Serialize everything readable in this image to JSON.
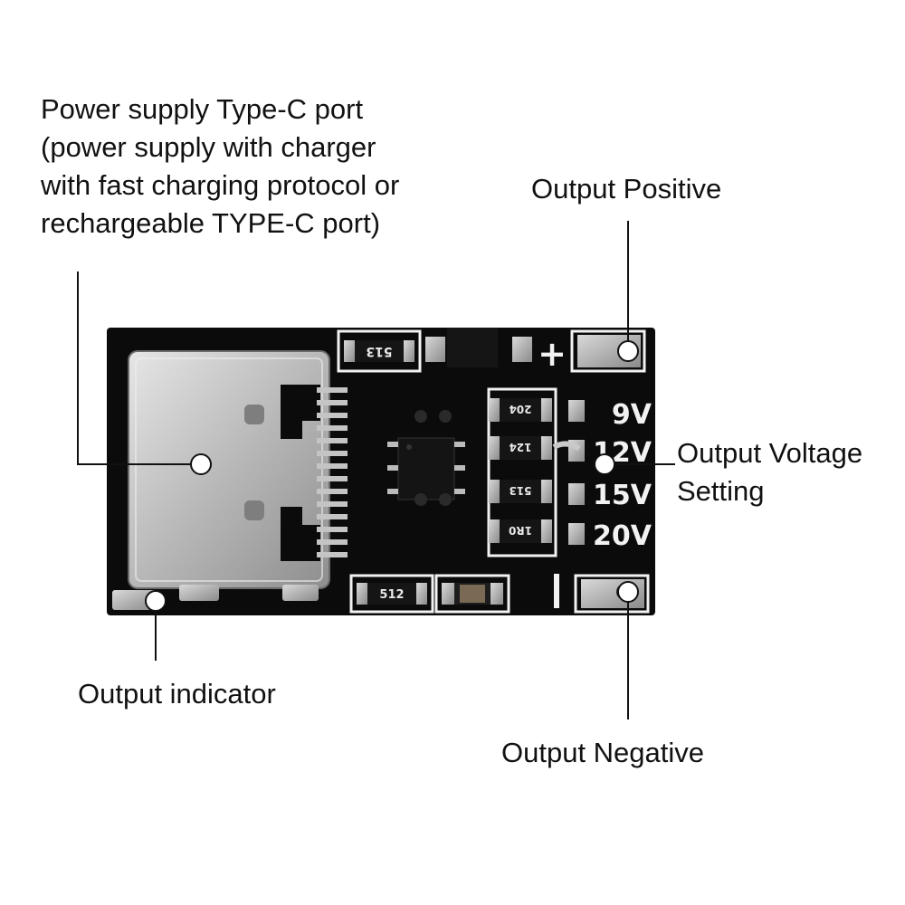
{
  "labels": {
    "typec_port": [
      "Power supply Type-C port",
      "(power supply with charger",
      "with fast charging protocol or",
      "rechargeable TYPE-C port)"
    ],
    "output_positive": "Output Positive",
    "output_voltage_setting": [
      "Output Voltage",
      "Setting"
    ],
    "output_indicator": "Output indicator",
    "output_negative": "Output Negative"
  },
  "board": {
    "voltage_options": [
      "9V",
      "12V",
      "15V",
      "20V"
    ],
    "plus_sign": "+",
    "resistor_codes": [
      "513",
      "204",
      "124",
      "513",
      "1R0",
      "512"
    ]
  },
  "colors": {
    "pcb": "#0b0b0b",
    "silkscreen": "#f2f2f2",
    "metal": "#c9c9c9",
    "leader_line": "#111111"
  }
}
